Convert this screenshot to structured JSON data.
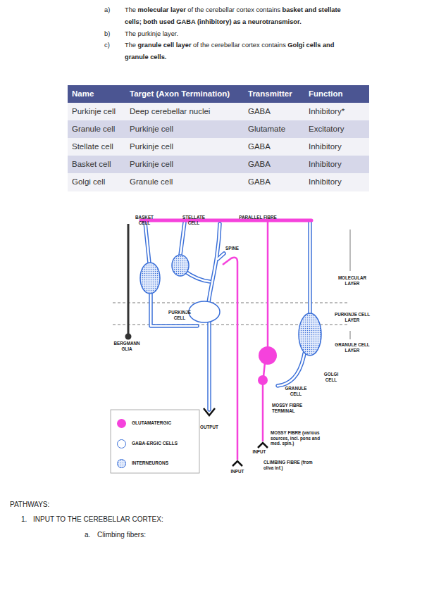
{
  "diagram": {
    "labels": [
      "a)",
      "The",
      "molecular layer",
      "of the cerebellar cortex contains",
      "basket and stellate cells; both used GABA (inhibitory) as a neurotransmisor.",
      "b)",
      "The purkinje layer.",
      "c)",
      "The",
      "granule cell layer",
      "of the cerebellar cortex contains",
      "Golgi cells and granule cells.",
      "Name",
      "Target (Axon Termination)",
      "Transmitter",
      "Function",
      "Purkinje cell",
      "Deep cerebellar nuclei",
      "GABA",
      "Inhibitory*",
      "Granule cell",
      "Purkinje cell",
      "Glutamate",
      "Excitatory",
      "Stellate cell",
      "Purkinje cell",
      "GABA",
      "Inhibitory",
      "Basket cell",
      "Purkinje cell",
      "GABA",
      "Inhibitory",
      "Golgi cell",
      "Granule cell",
      "GABA",
      "Inhibitory",
      "BASKET CELL",
      "STELLATE CELL",
      "PARALLEL FIBRE",
      "SPINE",
      "MOLECULAR LAYER",
      "PURKINJE CELL",
      "PURKINJE CELL LAYER",
      "BERGMANN GLIA",
      "GRANULE CELL LAYER",
      "GOLGI CELL",
      "GRANULE CELL",
      "MOSSY FIBRE TERMINAL",
      "OUTPUT",
      "MOSSY FIBRE (various sources, incl. pons and med. spin.)",
      "INPUT",
      "CLIMBING FIBRE (from oliva inf.)",
      "INPUT",
      "PATHWAYS:",
      "1.",
      "INPUT TO THE CEREBELLAR CORTEX:",
      "a.",
      "Climbing fibers:"
    ],
    "legend": [
      {
        "text": "GLUTAMATERGIC",
        "color": "#f542dc"
      },
      {
        "text": "GABA-ERGIC CELLS"
      },
      {
        "text": "INTERNEURONS"
      }
    ]
  }
}
